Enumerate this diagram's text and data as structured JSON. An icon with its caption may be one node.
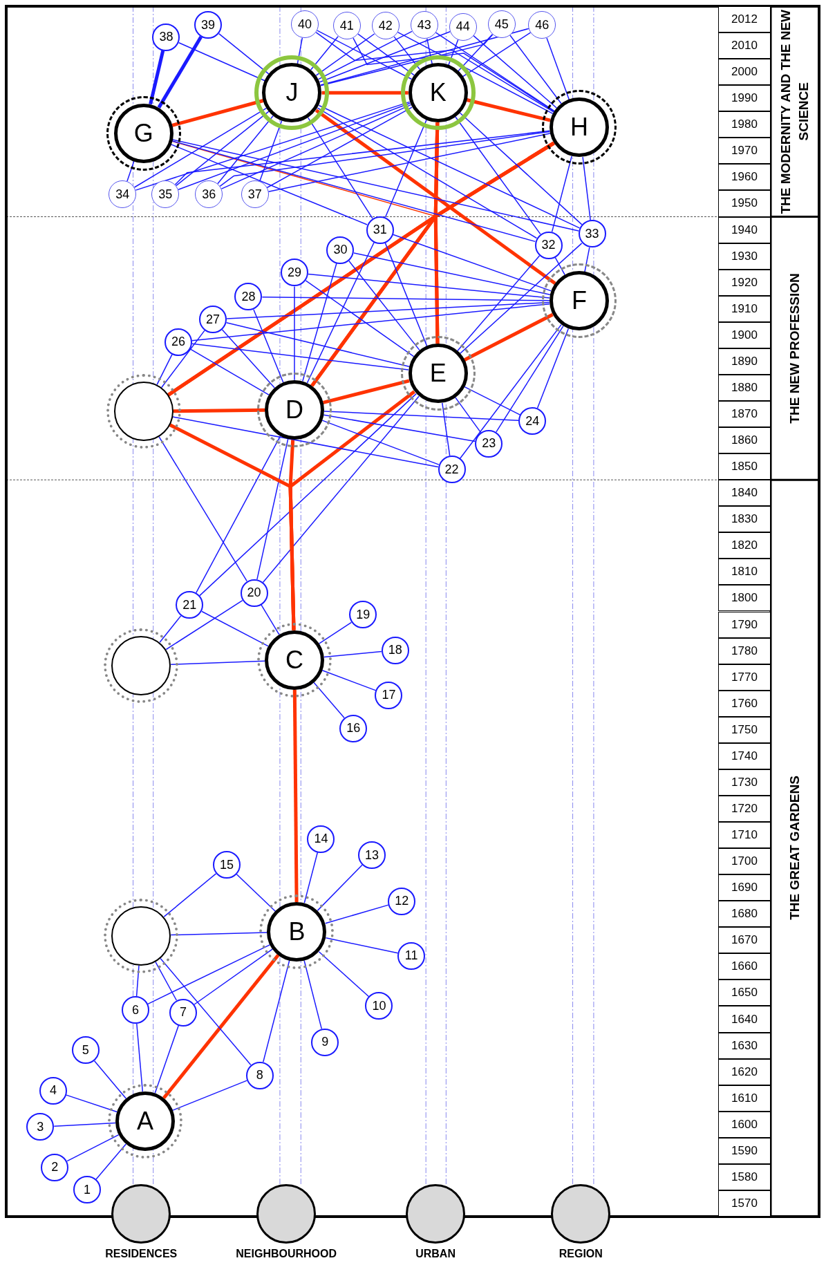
{
  "diagram": {
    "nodes": [
      {
        "text": [
          "1"
        ]
      },
      {
        "text": [
          "2"
        ]
      },
      {
        "text": [
          "3"
        ]
      },
      {
        "text": [
          "4"
        ]
      },
      {
        "text": [
          "5"
        ]
      },
      {
        "text": [
          "6"
        ]
      },
      {
        "text": [
          "7"
        ]
      },
      {
        "text": [
          "8"
        ]
      },
      {
        "text": [
          "9"
        ]
      },
      {
        "text": [
          "10"
        ]
      },
      {
        "text": [
          "11"
        ]
      },
      {
        "text": [
          "12"
        ]
      },
      {
        "text": [
          "13"
        ]
      },
      {
        "text": [
          "14"
        ]
      },
      {
        "text": [
          "15"
        ]
      },
      {
        "text": [
          "16"
        ]
      },
      {
        "text": [
          "17"
        ]
      },
      {
        "text": [
          "18"
        ]
      },
      {
        "text": [
          "19"
        ]
      },
      {
        "text": [
          "20"
        ]
      },
      {
        "text": [
          "21"
        ]
      },
      {
        "text": [
          "22"
        ]
      },
      {
        "text": [
          "23"
        ]
      },
      {
        "text": [
          "24"
        ]
      },
      {
        "text": [
          "26"
        ]
      },
      {
        "text": [
          "27"
        ]
      },
      {
        "text": [
          "28"
        ]
      },
      {
        "text": [
          "29"
        ]
      },
      {
        "text": [
          "30"
        ]
      },
      {
        "text": [
          "31"
        ]
      },
      {
        "text": [
          "32"
        ]
      },
      {
        "text": [
          "33"
        ]
      },
      {
        "text": [
          "34"
        ]
      },
      {
        "text": [
          "35"
        ]
      },
      {
        "text": [
          "36"
        ]
      },
      {
        "text": [
          "37"
        ]
      },
      {
        "text": [
          "38"
        ]
      },
      {
        "text": [
          "39"
        ]
      },
      {
        "text": [
          "40"
        ]
      },
      {
        "text": [
          "41"
        ]
      },
      {
        "text": [
          "42"
        ]
      },
      {
        "text": [
          "43"
        ]
      },
      {
        "text": [
          "44"
        ]
      },
      {
        "text": [
          "45"
        ]
      },
      {
        "text": [
          "46"
        ]
      },
      {
        "text": [
          "A"
        ]
      },
      {
        "text": [
          "B"
        ]
      },
      {
        "text": [
          "C"
        ]
      },
      {
        "text": [
          "D"
        ]
      },
      {
        "text": [
          "E"
        ]
      },
      {
        "text": [
          "F"
        ]
      },
      {
        "text": [
          "G"
        ]
      },
      {
        "text": [
          "H"
        ]
      },
      {
        "text": [
          "J"
        ]
      },
      {
        "text": [
          "K"
        ]
      },
      {
        "text": [],
        "shape": "circle"
      },
      {
        "text": [],
        "shape": "circle"
      },
      {
        "text": [],
        "shape": "circle"
      },
      {
        "text": [],
        "shape": "circle",
        "beside": [
          "RESIDENCES"
        ]
      },
      {
        "text": [],
        "shape": "circle",
        "beside": [
          "NEIGHBOURHOOD"
        ]
      },
      {
        "text": [],
        "shape": "circle",
        "beside": [
          "URBAN"
        ]
      },
      {
        "text": [],
        "shape": "circle",
        "beside": [
          "REGION"
        ]
      }
    ],
    "edges": [
      {
        "from": 0,
        "to": 45,
        "arrow": "none"
      },
      {
        "from": 1,
        "to": 45,
        "arrow": "none"
      },
      {
        "from": 2,
        "to": 45,
        "arrow": "none"
      },
      {
        "from": 3,
        "to": 45,
        "arrow": "none"
      },
      {
        "from": 4,
        "to": 45,
        "arrow": "none"
      },
      {
        "from": 5,
        "to": 45,
        "arrow": "none"
      },
      {
        "from": 6,
        "to": 45,
        "arrow": "none"
      },
      {
        "from": 45,
        "to": 7,
        "arrow": "none"
      },
      {
        "from": 45,
        "to": 46,
        "arrow": "none",
        "style": "thick",
        "color": "#ff3300"
      },
      {
        "from": 57,
        "to": 14,
        "arrow": "none"
      },
      {
        "from": 57,
        "to": 46,
        "arrow": "none"
      },
      {
        "from": 57,
        "to": 5,
        "arrow": "none"
      },
      {
        "from": 57,
        "to": 6,
        "arrow": "none"
      },
      {
        "from": 57,
        "to": 7,
        "arrow": "none"
      },
      {
        "from": 14,
        "to": 46,
        "arrow": "none"
      },
      {
        "from": 5,
        "to": 46,
        "arrow": "none"
      },
      {
        "from": 6,
        "to": 46,
        "arrow": "none"
      },
      {
        "from": 7,
        "to": 46,
        "arrow": "none"
      },
      {
        "from": 8,
        "to": 46,
        "arrow": "none"
      },
      {
        "from": 9,
        "to": 46,
        "arrow": "none"
      },
      {
        "from": 10,
        "to": 46,
        "arrow": "none"
      },
      {
        "from": 11,
        "to": 46,
        "arrow": "none"
      },
      {
        "from": 12,
        "to": 46,
        "arrow": "none"
      },
      {
        "from": 13,
        "to": 46,
        "arrow": "none"
      },
      {
        "from": 46,
        "to": 47,
        "arrow": "none",
        "style": "thick",
        "color": "#ff3300"
      },
      {
        "from": 15,
        "to": 47,
        "arrow": "none"
      },
      {
        "from": 16,
        "to": 47,
        "arrow": "none"
      },
      {
        "from": 17,
        "to": 47,
        "arrow": "none"
      },
      {
        "from": 18,
        "to": 47,
        "arrow": "none"
      },
      {
        "from": 19,
        "to": 47,
        "arrow": "none"
      },
      {
        "from": 20,
        "to": 47,
        "arrow": "none"
      },
      {
        "from": 56,
        "to": 47,
        "arrow": "none"
      },
      {
        "from": 56,
        "to": 20,
        "arrow": "none"
      },
      {
        "from": 56,
        "to": 19,
        "arrow": "none"
      },
      {
        "from": 20,
        "to": 48,
        "arrow": "none"
      },
      {
        "from": 20,
        "to": 49,
        "arrow": "none"
      },
      {
        "from": 19,
        "to": 48,
        "arrow": "none"
      },
      {
        "from": 19,
        "to": 49,
        "arrow": "none"
      },
      {
        "from": 55,
        "to": 19,
        "arrow": "none"
      },
      {
        "from": 55,
        "to": 47,
        "arrow": "none",
        "style": "thick",
        "color": "#ff3300"
      },
      {
        "from": 48,
        "to": 47,
        "arrow": "none",
        "style": "thick",
        "color": "#ff3300"
      },
      {
        "from": 49,
        "to": 47,
        "arrow": "none",
        "style": "thick",
        "color": "#ff3300"
      },
      {
        "from": 55,
        "to": 48,
        "arrow": "none",
        "style": "thick",
        "color": "#ff3300"
      },
      {
        "from": 48,
        "to": 49,
        "arrow": "none",
        "style": "thick",
        "color": "#ff3300"
      },
      {
        "from": 49,
        "to": 50,
        "arrow": "none",
        "style": "thick",
        "color": "#ff3300"
      },
      {
        "from": 55,
        "to": 54,
        "arrow": "none",
        "style": "thick",
        "color": "#ff3300"
      },
      {
        "from": 55,
        "to": 52,
        "arrow": "none",
        "style": "thick",
        "color": "#ff3300"
      },
      {
        "from": 48,
        "to": 54,
        "arrow": "none",
        "style": "thick",
        "color": "#ff3300"
      },
      {
        "from": 48,
        "to": 52,
        "arrow": "none",
        "style": "thick",
        "color": "#ff3300"
      },
      {
        "from": 49,
        "to": 54,
        "arrow": "none",
        "style": "thick",
        "color": "#ff3300"
      },
      {
        "from": 49,
        "to": 52,
        "arrow": "none",
        "style": "thick",
        "color": "#ff3300"
      },
      {
        "from": 53,
        "to": 50,
        "arrow": "none",
        "style": "thick",
        "color": "#ff3300"
      },
      {
        "from": 51,
        "to": 49,
        "arrow": "none",
        "color": "#ff3300"
      },
      {
        "from": 51,
        "to": 53,
        "arrow": "none",
        "style": "thick",
        "color": "#ff3300"
      },
      {
        "from": 53,
        "to": 54,
        "arrow": "none",
        "style": "thick",
        "color": "#ff3300"
      },
      {
        "from": 54,
        "to": 52,
        "arrow": "none",
        "style": "thick",
        "color": "#ff3300"
      },
      {
        "from": 55,
        "to": 24,
        "arrow": "none"
      },
      {
        "from": 55,
        "to": 25,
        "arrow": "none"
      },
      {
        "from": 55,
        "to": 21,
        "arrow": "none"
      },
      {
        "from": 24,
        "to": 50,
        "arrow": "none"
      },
      {
        "from": 24,
        "to": 48,
        "arrow": "none"
      },
      {
        "from": 24,
        "to": 49,
        "arrow": "none"
      },
      {
        "from": 25,
        "to": 50,
        "arrow": "none"
      },
      {
        "from": 25,
        "to": 49,
        "arrow": "none"
      },
      {
        "from": 25,
        "to": 48,
        "arrow": "none"
      },
      {
        "from": 26,
        "to": 50,
        "arrow": "none"
      },
      {
        "from": 26,
        "to": 48,
        "arrow": "none"
      },
      {
        "from": 27,
        "to": 50,
        "arrow": "none"
      },
      {
        "from": 27,
        "to": 48,
        "arrow": "none"
      },
      {
        "from": 27,
        "to": 49,
        "arrow": "none"
      },
      {
        "from": 28,
        "to": 50,
        "arrow": "none"
      },
      {
        "from": 28,
        "to": 48,
        "arrow": "none"
      },
      {
        "from": 28,
        "to": 49,
        "arrow": "none"
      },
      {
        "from": 29,
        "to": 48,
        "arrow": "none"
      },
      {
        "from": 29,
        "to": 49,
        "arrow": "none"
      },
      {
        "from": 29,
        "to": 50,
        "arrow": "none"
      },
      {
        "from": 30,
        "to": 49,
        "arrow": "none"
      },
      {
        "from": 30,
        "to": 50,
        "arrow": "none"
      },
      {
        "from": 31,
        "to": 49,
        "arrow": "none"
      },
      {
        "from": 31,
        "to": 50,
        "arrow": "none"
      },
      {
        "from": 21,
        "to": 49,
        "arrow": "none"
      },
      {
        "from": 21,
        "to": 48,
        "arrow": "none"
      },
      {
        "from": 21,
        "to": 50,
        "arrow": "none"
      },
      {
        "from": 22,
        "to": 49,
        "arrow": "none"
      },
      {
        "from": 22,
        "to": 48,
        "arrow": "none"
      },
      {
        "from": 22,
        "to": 50,
        "arrow": "none"
      },
      {
        "from": 23,
        "to": 49,
        "arrow": "none"
      },
      {
        "from": 23,
        "to": 48,
        "arrow": "none"
      },
      {
        "from": 23,
        "to": 50,
        "arrow": "none"
      },
      {
        "from": 36,
        "to": 51,
        "arrow": "none",
        "style": "thick"
      },
      {
        "from": 37,
        "to": 51,
        "arrow": "none",
        "style": "thick"
      },
      {
        "from": 36,
        "to": 53,
        "arrow": "none"
      },
      {
        "from": 37,
        "to": 53,
        "arrow": "none"
      },
      {
        "from": 38,
        "to": 53,
        "arrow": "none"
      },
      {
        "from": 38,
        "to": 54,
        "arrow": "none"
      },
      {
        "from": 38,
        "to": 52,
        "arrow": "none"
      },
      {
        "from": 39,
        "to": 53,
        "arrow": "none"
      },
      {
        "from": 39,
        "to": 54,
        "arrow": "none"
      },
      {
        "from": 39,
        "to": 52,
        "arrow": "none"
      },
      {
        "from": 40,
        "to": 53,
        "arrow": "none"
      },
      {
        "from": 40,
        "to": 54,
        "arrow": "none"
      },
      {
        "from": 40,
        "to": 52,
        "arrow": "none"
      },
      {
        "from": 41,
        "to": 53,
        "arrow": "none"
      },
      {
        "from": 41,
        "to": 54,
        "arrow": "none"
      },
      {
        "from": 41,
        "to": 52,
        "arrow": "none"
      },
      {
        "from": 42,
        "to": 53,
        "arrow": "none"
      },
      {
        "from": 42,
        "to": 54,
        "arrow": "none"
      },
      {
        "from": 42,
        "to": 52,
        "arrow": "none"
      },
      {
        "from": 43,
        "to": 53,
        "arrow": "none"
      },
      {
        "from": 43,
        "to": 54,
        "arrow": "none"
      },
      {
        "from": 43,
        "to": 52,
        "arrow": "none"
      },
      {
        "from": 44,
        "to": 53,
        "arrow": "none"
      },
      {
        "from": 44,
        "to": 54,
        "arrow": "none"
      },
      {
        "from": 44,
        "to": 52,
        "arrow": "none"
      },
      {
        "from": 32,
        "to": 51,
        "arrow": "none"
      },
      {
        "from": 32,
        "to": 53,
        "arrow": "none"
      },
      {
        "from": 32,
        "to": 54,
        "arrow": "none"
      },
      {
        "from": 33,
        "to": 53,
        "arrow": "none"
      },
      {
        "from": 33,
        "to": 54,
        "arrow": "none"
      },
      {
        "from": 33,
        "to": 52,
        "arrow": "none"
      },
      {
        "from": 34,
        "to": 53,
        "arrow": "none"
      },
      {
        "from": 34,
        "to": 54,
        "arrow": "none"
      },
      {
        "from": 34,
        "to": 52,
        "arrow": "none"
      },
      {
        "from": 35,
        "to": 53,
        "arrow": "none"
      },
      {
        "from": 35,
        "to": 54,
        "arrow": "none"
      },
      {
        "from": 35,
        "to": 52,
        "arrow": "none"
      },
      {
        "from": 51,
        "to": 29,
        "arrow": "none"
      },
      {
        "from": 51,
        "to": 30,
        "arrow": "none"
      },
      {
        "from": 51,
        "to": 31,
        "arrow": "none"
      },
      {
        "from": 53,
        "to": 29,
        "arrow": "none"
      },
      {
        "from": 53,
        "to": 30,
        "arrow": "none"
      },
      {
        "from": 53,
        "to": 31,
        "arrow": "none"
      },
      {
        "from": 54,
        "to": 29,
        "arrow": "none"
      },
      {
        "from": 54,
        "to": 30,
        "arrow": "none"
      },
      {
        "from": 54,
        "to": 31,
        "arrow": "none"
      },
      {
        "from": 52,
        "to": 30,
        "arrow": "none"
      },
      {
        "from": 52,
        "to": 31,
        "arrow": "none"
      }
    ],
    "labels": [
      "2012",
      "2010",
      "2000",
      "1990",
      "1980",
      "1970",
      "1960",
      "1950",
      "1940",
      "1930",
      "1920",
      "1910",
      "1900",
      "1890",
      "1880",
      "1870",
      "1860",
      "1850",
      "1840",
      "1830",
      "1820",
      "1810",
      "1800",
      "1790",
      "1780",
      "1770",
      "1760",
      "1750",
      "1740",
      "1730",
      "1720",
      "1710",
      "1700",
      "1690",
      "1680",
      "1670",
      "1660",
      "1650",
      "1640",
      "1630",
      "1620",
      "1610",
      "1600",
      "1590",
      "1580",
      "1570",
      "THE MODERNITY AND THE NEW SCIENCE",
      "THE NEW PROFESSION",
      "THE GREAT GARDENS"
    ]
  }
}
